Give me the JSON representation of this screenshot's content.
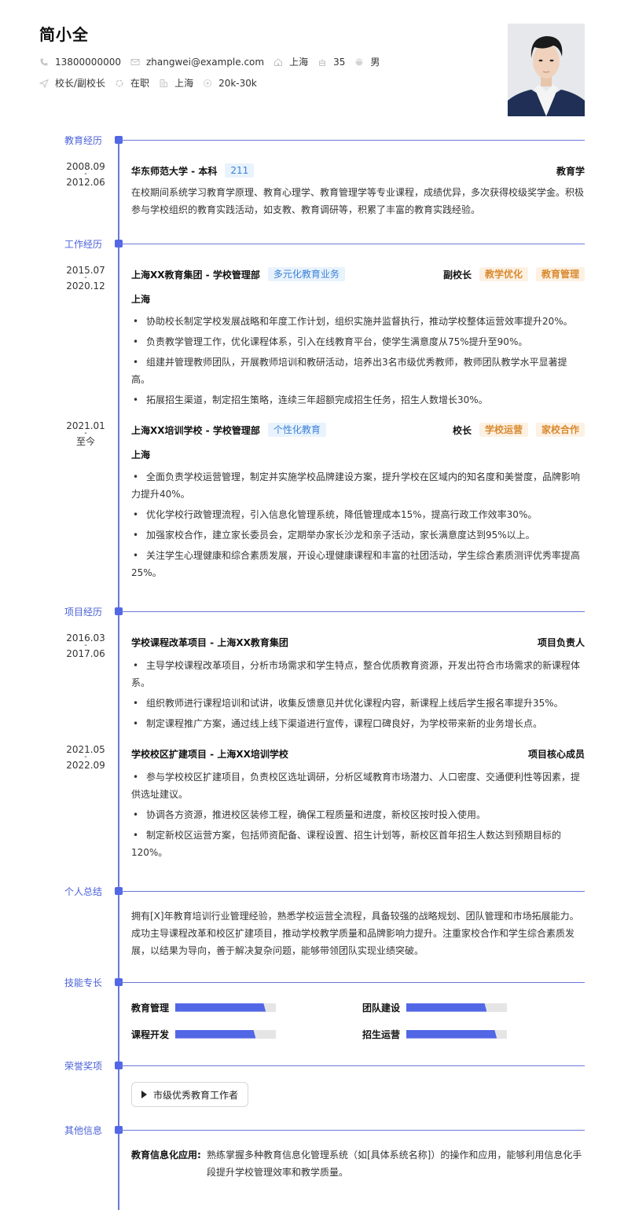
{
  "profile": {
    "name": "简小全",
    "phone": "13800000000",
    "email": "zhangwei@example.com",
    "city": "上海",
    "age": "35",
    "gender": "男",
    "target_position": "校长/副校长",
    "status": "在职",
    "target_city": "上海",
    "salary": "20k-30k",
    "icons": [
      "phone-icon",
      "mail-icon",
      "home-icon",
      "age-icon",
      "gender-icon",
      "send-icon",
      "status-icon",
      "building-icon",
      "salary-icon"
    ]
  },
  "sections": {
    "education": "教育经历",
    "work": "工作经历",
    "projects": "项目经历",
    "summary": "个人总结",
    "skills": "技能专长",
    "awards": "荣誉奖项",
    "other": "其他信息"
  },
  "education": [
    {
      "start": "2008.09",
      "sep": "-",
      "end": "2012.06",
      "school": "华东师范大学 - 本科",
      "tag": "211",
      "major": "教育学",
      "description": "在校期间系统学习教育学原理、教育心理学、教育管理学等专业课程，成绩优异，多次获得校级奖学金。积极参与学校组织的教育实践活动，如支教、教育调研等，积累了丰富的教育实践经验。"
    }
  ],
  "work": [
    {
      "start": "2015.07",
      "sep": "-",
      "end": "2020.12",
      "company": "上海XX教育集团 - 学校管理部",
      "tag": "多元化教育业务",
      "role": "副校长",
      "role_tags": [
        "教学优化",
        "教育管理"
      ],
      "location": "上海",
      "bullets": [
        "协助校长制定学校发展战略和年度工作计划，组织实施并监督执行，推动学校整体运营效率提升20%。",
        "负责教学管理工作，优化课程体系，引入在线教育平台，使学生满意度从75%提升至90%。",
        "组建并管理教师团队，开展教师培训和教研活动，培养出3名市级优秀教师，教师团队教学水平显著提高。",
        "拓展招生渠道，制定招生策略，连续三年超额完成招生任务，招生人数增长30%。"
      ]
    },
    {
      "start": "2021.01",
      "sep": "-",
      "end": "至今",
      "company": "上海XX培训学校 - 学校管理部",
      "tag": "个性化教育",
      "role": "校长",
      "role_tags": [
        "学校运营",
        "家校合作"
      ],
      "location": "上海",
      "bullets": [
        "全面负责学校运营管理，制定并实施学校品牌建设方案，提升学校在区域内的知名度和美誉度，品牌影响力提升40%。",
        "优化学校行政管理流程，引入信息化管理系统，降低管理成本15%，提高行政工作效率30%。",
        "加强家校合作，建立家长委员会，定期举办家长沙龙和亲子活动，家长满意度达到95%以上。",
        "关注学生心理健康和综合素质发展，开设心理健康课程和丰富的社团活动，学生综合素质测评优秀率提高25%。"
      ]
    }
  ],
  "projects": [
    {
      "start": "2016.03",
      "sep": "-",
      "end": "2017.06",
      "title": "学校课程改革项目 - 上海XX教育集团",
      "role": "项目负责人",
      "bullets": [
        "主导学校课程改革项目，分析市场需求和学生特点，整合优质教育资源，开发出符合市场需求的新课程体系。",
        "组织教师进行课程培训和试讲，收集反馈意见并优化课程内容，新课程上线后学生报名率提升35%。",
        "制定课程推广方案，通过线上线下渠道进行宣传，课程口碑良好，为学校带来新的业务增长点。"
      ]
    },
    {
      "start": "2021.05",
      "sep": "-",
      "end": "2022.09",
      "title": "学校校区扩建项目 - 上海XX培训学校",
      "role": "项目核心成员",
      "bullets": [
        "参与学校校区扩建项目，负责校区选址调研，分析区域教育市场潜力、人口密度、交通便利性等因素，提供选址建议。",
        "协调各方资源，推进校区装修工程，确保工程质量和进度，新校区按时投入使用。",
        "制定新校区运营方案，包括师资配备、课程设置、招生计划等，新校区首年招生人数达到预期目标的120%。"
      ]
    }
  ],
  "summary": "拥有[X]年教育培训行业管理经验，熟悉学校运营全流程，具备较强的战略规划、团队管理和市场拓展能力。成功主导课程改革和校区扩建项目，推动学校教学质量和品牌影响力提升。注重家校合作和学生综合素质发展，以结果为导向，善于解决复杂问题，能够带领团队实现业绩突破。",
  "skills": [
    {
      "name": "教育管理",
      "level": 90
    },
    {
      "name": "团队建设",
      "level": 80
    },
    {
      "name": "课程开发",
      "level": 80
    },
    {
      "name": "招生运营",
      "level": 90
    }
  ],
  "awards": [
    "市级优秀教育工作者"
  ],
  "other": [
    {
      "label": "教育信息化应用:",
      "text": "熟练掌握多种教育信息化管理系统（如[具体系统名称]）的操作和应用，能够利用信息化手段提升学校管理效率和教学质量。"
    }
  ],
  "colors": {
    "accent": "#5267e6",
    "section_title": "#4b62d9",
    "line": "#6a78d8",
    "tag_blue_text": "#3b82d6",
    "tag_blue_bg": "#e9f3fd",
    "tag_orange_text": "#d98a2f",
    "tag_orange_bg": "#fdf1e4",
    "skill_track": "#e5e5e5"
  }
}
